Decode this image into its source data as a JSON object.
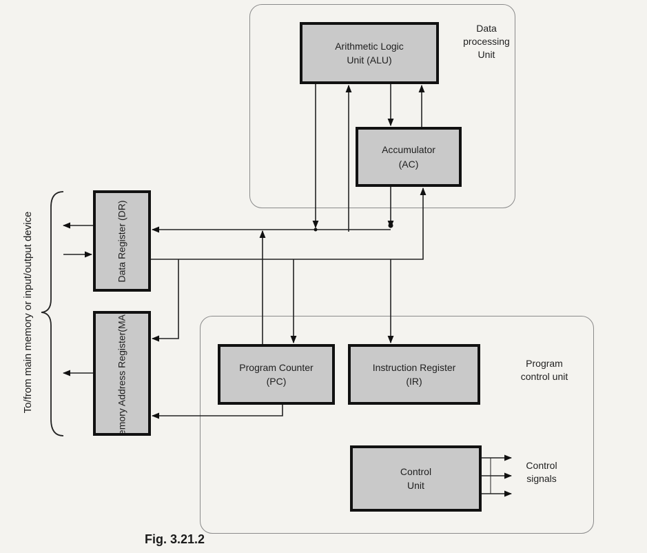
{
  "regions": {
    "data_processing_unit": {
      "label": "Data processing Unit"
    },
    "program_control_unit": {
      "label": "Program control unit"
    }
  },
  "registers": {
    "alu": {
      "line1": "Arithmetic Logic",
      "line2": "Unit (ALU)"
    },
    "ac": {
      "line1": "Accumulator",
      "line2": "(AC)"
    },
    "pc": {
      "line1": "Program Counter",
      "line2": "(PC)"
    },
    "ir": {
      "line1": "Instruction Register",
      "line2": "(IR)"
    },
    "cu": {
      "line1": "Control",
      "line2": "Unit"
    },
    "dr": {
      "line1": "Data Register",
      "line2": "(DR)"
    },
    "mar": {
      "line1": "Memory Address",
      "line2": "Register(MAR)"
    }
  },
  "side_label": {
    "line1": "To/from main memory",
    "line2": "or input/output device"
  },
  "control_signals": {
    "line1": "Control",
    "line2": "signals"
  },
  "caption": "Fig. 3.21.2"
}
